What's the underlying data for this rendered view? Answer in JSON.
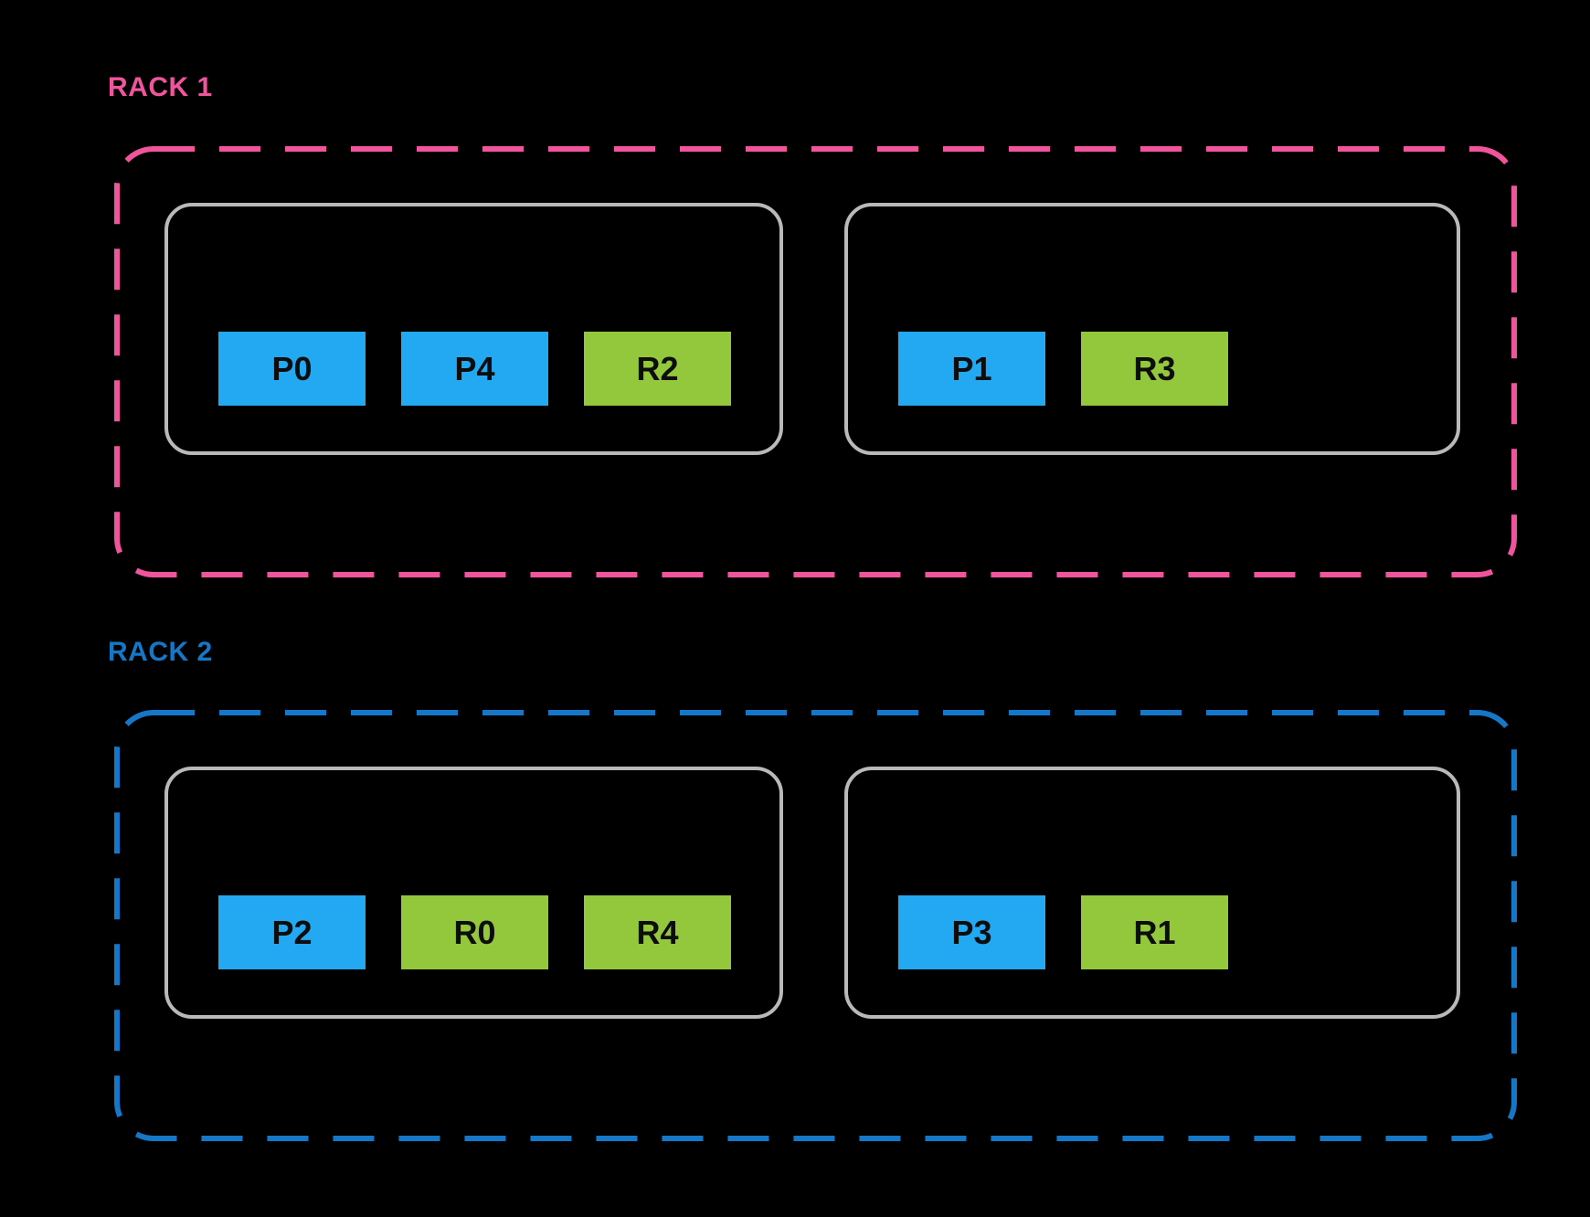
{
  "diagram": {
    "title": "rack-partition-replica-layout",
    "colors": {
      "background": "#000000",
      "rack1_accent": "#F0549C",
      "rack2_accent": "#1577C8",
      "node_border": "#B9B9B9",
      "primary_chip": "#22A9F1",
      "replica_chip": "#94C83C",
      "chip_text": "#0D0D0D"
    }
  },
  "racks": [
    {
      "label": "RACK 1",
      "nodes": [
        {
          "chips": [
            {
              "label": "P0",
              "type": "primary"
            },
            {
              "label": "P4",
              "type": "primary"
            },
            {
              "label": "R2",
              "type": "replica"
            }
          ]
        },
        {
          "chips": [
            {
              "label": "P1",
              "type": "primary"
            },
            {
              "label": "R3",
              "type": "replica"
            }
          ]
        }
      ]
    },
    {
      "label": "RACK 2",
      "nodes": [
        {
          "chips": [
            {
              "label": "P2",
              "type": "primary"
            },
            {
              "label": "R0",
              "type": "replica"
            },
            {
              "label": "R4",
              "type": "replica"
            }
          ]
        },
        {
          "chips": [
            {
              "label": "P3",
              "type": "primary"
            },
            {
              "label": "R1",
              "type": "replica"
            }
          ]
        }
      ]
    }
  ]
}
